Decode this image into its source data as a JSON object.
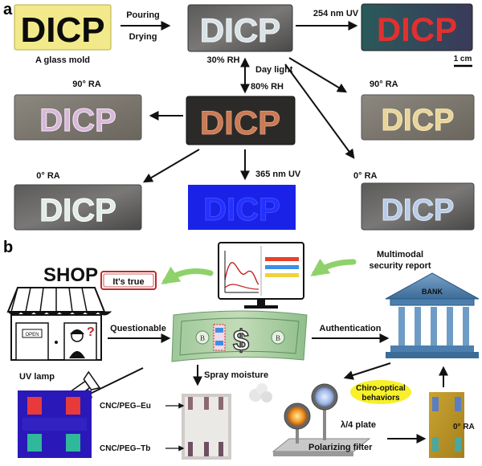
{
  "panel_a": {
    "letter": "a",
    "word": "DICP",
    "mold_label": "A glass mold",
    "pouring": "Pouring",
    "drying": "Drying",
    "rh30": "30% RH",
    "uv254": "254 nm UV",
    "scale": "1 cm",
    "daylight": "Day light",
    "rh80": "80% RH",
    "ra90_left": "90° RA",
    "ra90_right": "90° RA",
    "ra0_left": "0° RA",
    "ra0_right": "0° RA",
    "uv365": "365 nm UV"
  },
  "panel_b": {
    "letter": "b",
    "shop": "SHOP",
    "open_sign": "OPEN",
    "its_true": "It's true",
    "report_line1": "Multimodal",
    "report_line2": "security report",
    "questionable": "Questionable",
    "authentication": "Authentication",
    "bank": "BANK",
    "uv_lamp": "UV lamp",
    "spray": "Spray moisture",
    "eu": "CNC/PEG–Eu",
    "tb": "CNC/PEG–Tb",
    "chiro1": "Chiro-optical",
    "chiro2": "behaviors",
    "quarter_plate": "λ/4 plate",
    "polarizer": "Polarizing filter",
    "ra0": "0° RA",
    "bill_letter": "B",
    "dollar": "$"
  },
  "colors": {
    "arrow": "#111111",
    "green_arrow": "#8fd16a",
    "mold_yellow": "#f2e98a",
    "uv_blue": "#1a22e8",
    "note_yellow": "#f7f02a",
    "alert_red": "#c0282a"
  }
}
